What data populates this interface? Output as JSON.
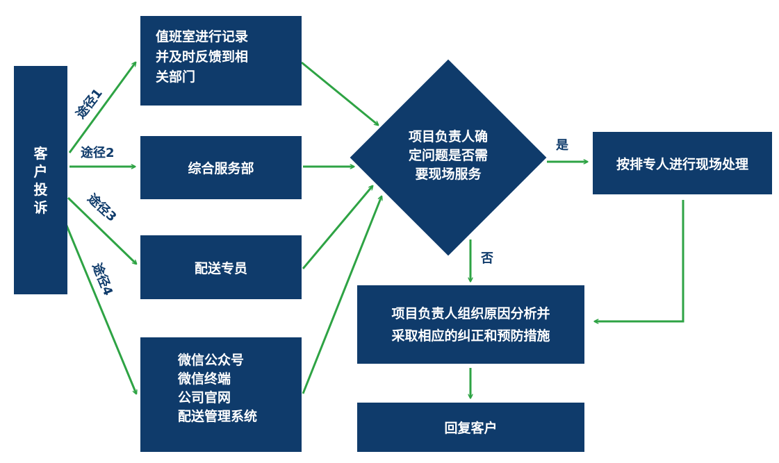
{
  "source": {
    "chars": [
      "客",
      "户",
      "投",
      "诉"
    ]
  },
  "routes": {
    "r1": "途径1",
    "r2": "途径2",
    "r3": "途径3",
    "r4": "途径4"
  },
  "duty_room": {
    "lines": [
      "值班室进行记录",
      "并及时反馈到相",
      "关部门"
    ]
  },
  "service_dept": {
    "label": "综合服务部"
  },
  "delivery": {
    "label": "配送专员"
  },
  "channels": {
    "lines": [
      "微信公众号",
      "微信终端",
      "公司官网",
      "配送管理系统"
    ]
  },
  "decision": {
    "lines": [
      "项目负责人确",
      "定问题是否需",
      "要现场服务"
    ]
  },
  "yes_label": "是",
  "no_label": "否",
  "onsite": {
    "label": "按排专人进行现场处理"
  },
  "analysis": {
    "lines": [
      "项目负责人组织原因分析并",
      "采取相应的纠正和预防措施"
    ]
  },
  "reply": {
    "label": "回复客户"
  },
  "colors": {
    "box": "#0f3b6b",
    "arrow": "#2ea344",
    "label": "#0f3b6b"
  }
}
